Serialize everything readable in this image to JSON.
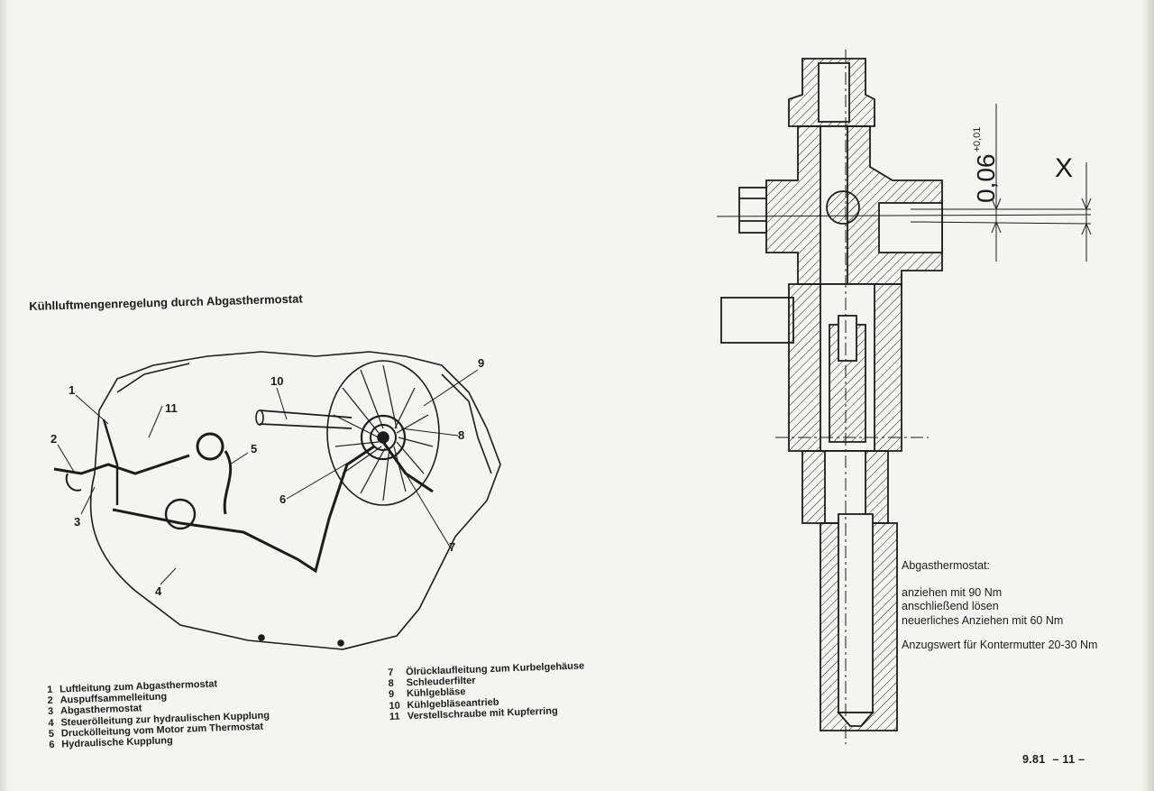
{
  "diagram": {
    "title": "Kühlluftmengenregelung durch Abgasthermostat",
    "callouts": [
      "1",
      "2",
      "3",
      "4",
      "5",
      "6",
      "7",
      "8",
      "9",
      "10",
      "11"
    ]
  },
  "legend_left": [
    {
      "n": "1",
      "text": "Luftleitung zum Abgasthermostat"
    },
    {
      "n": "2",
      "text": "Auspuffsammelleitung"
    },
    {
      "n": "3",
      "text": "Abgasthermostat"
    },
    {
      "n": "4",
      "text": "Steuerölleitung zur hydraulischen Kupplung"
    },
    {
      "n": "5",
      "text": "Druckölleitung vom Motor zum Thermostat"
    },
    {
      "n": "6",
      "text": "Hydraulische Kupplung"
    }
  ],
  "legend_right": [
    {
      "n": "7",
      "text": "Ölrücklaufleitung zum Kurbelgehäuse"
    },
    {
      "n": "8",
      "text": "Schleuderfilter"
    },
    {
      "n": "9",
      "text": "Kühlgebläse"
    },
    {
      "n": "10",
      "text": "Kühlgebläseantrieb"
    },
    {
      "n": "11",
      "text": "Verstellschraube mit Kupferring"
    }
  ],
  "section_drawing": {
    "tolerance_value": "0,06",
    "tolerance_sup": "+0,01",
    "dimension_label": "X"
  },
  "spec": {
    "heading": "Abgasthermostat:",
    "lines": [
      "anziehen mit 90 Nm",
      "anschließend lösen",
      "neuerliches Anziehen mit 60 Nm"
    ],
    "torque_note": "Anzugswert für Kontermutter 20-30 Nm"
  },
  "footer": {
    "date": "9.81",
    "page": "– 11 –"
  }
}
